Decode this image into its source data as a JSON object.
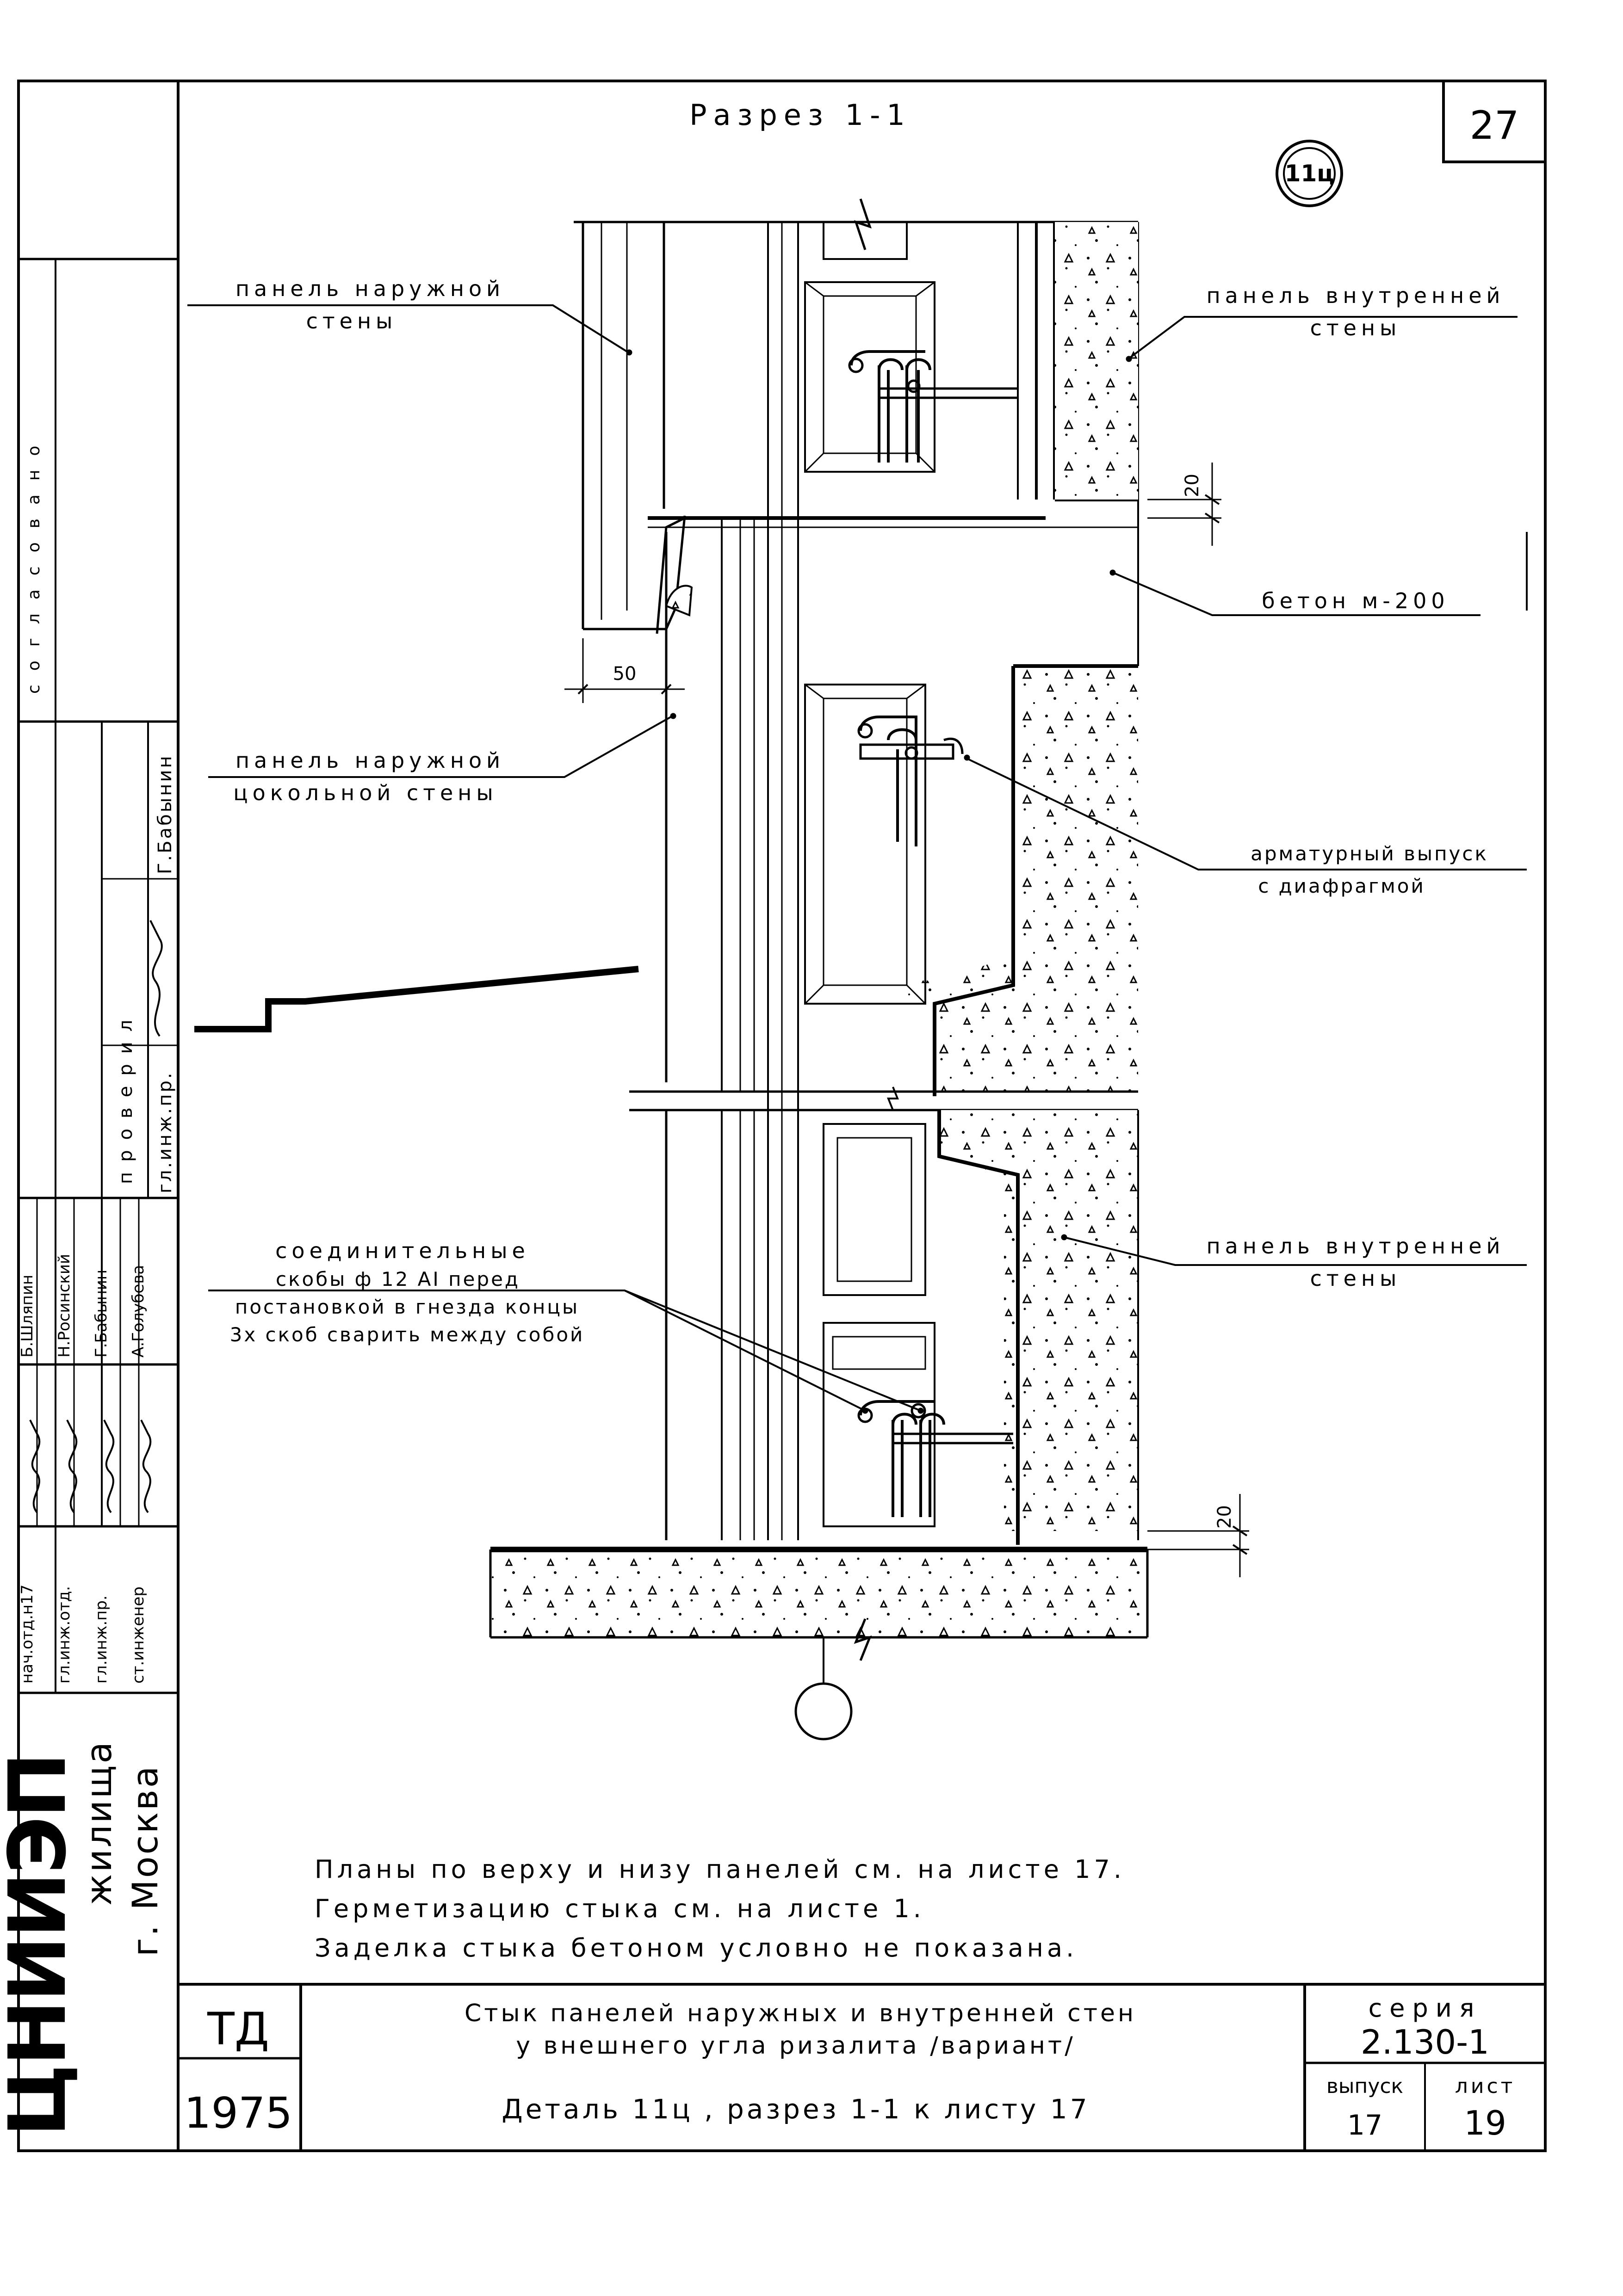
{
  "sheet_number": "27",
  "section_title": "Разрез 1-1",
  "detail_marker": "11ц",
  "labels": {
    "outer_panel": [
      "панель наружной",
      "стены"
    ],
    "inner_panel_top": [
      "панель внутренней",
      "стены"
    ],
    "concrete": "бетон м-200",
    "plinth_panel": [
      "панель наружной",
      "цокольной стены"
    ],
    "rebar_outlet": [
      "арматурный выпуск",
      "с диафрагмой"
    ],
    "brackets": [
      "соединительные",
      "скобы ф 12 АI перед",
      "постановкой в гнезда концы",
      "3х скоб сварить между собой"
    ],
    "inner_panel_bottom": [
      "панель внутренней",
      "стены"
    ]
  },
  "dimensions": {
    "gap_top": "20",
    "offset": "50",
    "gap_bottom": "20"
  },
  "notes": [
    "Планы по верху и низу панелей см. на листе 17.",
    "Герметизацию стыка см. на листе 1.",
    "Заделка стыка бетоном условно не показана."
  ],
  "approval": {
    "header": "согласовано",
    "checked_header": "проверил",
    "checked_role": "гл.инж.пр.",
    "checked_name": "Г.Бабынин"
  },
  "staff": [
    {
      "role": "нач.отд.н17",
      "name": "Б.Шляпин"
    },
    {
      "role": "гл.инж.отд.",
      "name": "Н.Росинский"
    },
    {
      "role": "гл.инж.пр.",
      "name": "Г.Бабынин"
    },
    {
      "role": "ст.инженер",
      "name": "А.Голубева"
    }
  ],
  "organization": {
    "name": "ЦНИИЭП",
    "name_suffix": "жилища",
    "city": "г. Москва"
  },
  "title_block": {
    "td": "ТД",
    "year": "1975",
    "title_line1": "Стык панелей наружных и внутренней стен",
    "title_line2": "у внешнего угла ризалита /вариант/",
    "title_line3": "Деталь 11ц , разрез 1-1 к листу 17",
    "series_label": "серия",
    "series_value": "2.130-1",
    "issue_label": "выпуск",
    "issue_value": "17",
    "sheet_label": "лист",
    "sheet_value": "19"
  }
}
